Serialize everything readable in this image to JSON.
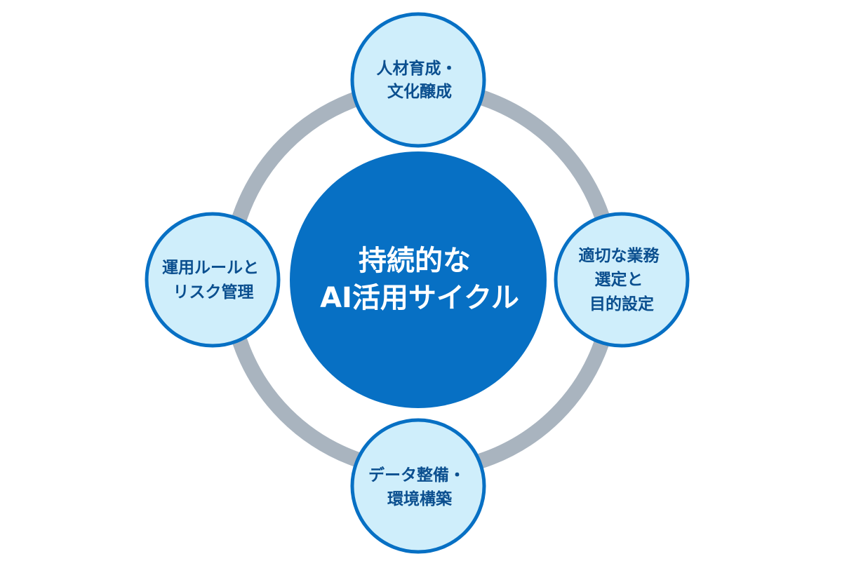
{
  "center": {
    "lines": [
      "持続的な",
      "AI活用サイクル"
    ]
  },
  "nodes": {
    "top": {
      "lines": [
        "人材育成・",
        "文化醸成"
      ]
    },
    "right": {
      "lines": [
        "適切な業務",
        "選定と",
        "目的設定"
      ]
    },
    "bottom": {
      "lines": [
        "データ整備・",
        "環境構築"
      ]
    },
    "left": {
      "lines": [
        "運用ルールと",
        "リスク管理"
      ]
    }
  },
  "colors": {
    "ring": "#a9b4bf",
    "center_fill": "#0770c4",
    "node_fill": "#cfeefb",
    "node_stroke": "#0770c4",
    "node_text": "#0b4f8f",
    "center_text": "#ffffff"
  }
}
